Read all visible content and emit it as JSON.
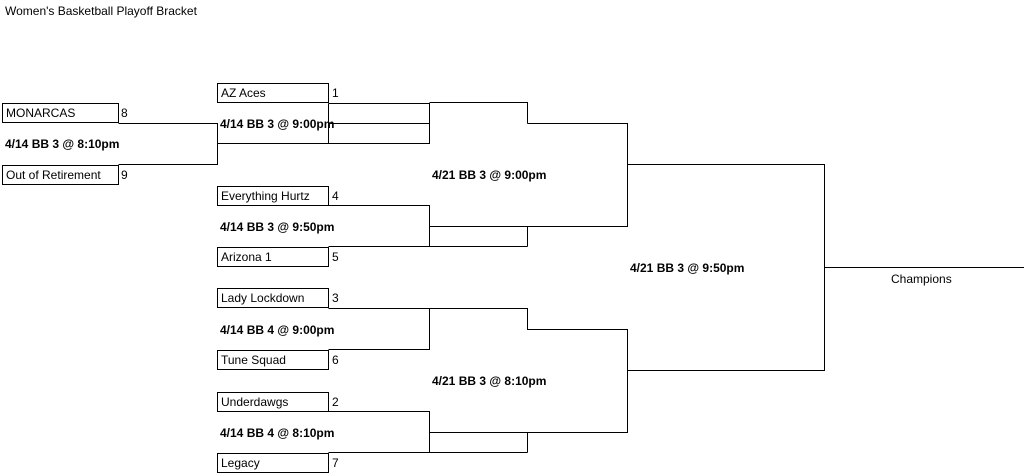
{
  "title": "Women's Basketball Playoff Bracket",
  "play_in": {
    "team_top": {
      "name": "MONARCAS",
      "seed": "8"
    },
    "team_bottom": {
      "name": "Out of Retirement",
      "seed": "9"
    },
    "game": "4/14 BB 3 @ 8:10pm"
  },
  "round1": [
    {
      "top": {
        "name": "AZ Aces",
        "seed": "1"
      },
      "bottom": {
        "name": "",
        "seed": ""
      },
      "game": "4/14 BB 3 @ 9:00pm"
    },
    {
      "top": {
        "name": "Everything Hurtz",
        "seed": "4"
      },
      "bottom": {
        "name": "Arizona 1",
        "seed": "5"
      },
      "game": "4/14 BB 3 @ 9:50pm"
    },
    {
      "top": {
        "name": "Lady Lockdown",
        "seed": "3"
      },
      "bottom": {
        "name": "Tune Squad",
        "seed": "6"
      },
      "game": "4/14 BB 4 @ 9:00pm"
    },
    {
      "top": {
        "name": "Underdawgs",
        "seed": "2"
      },
      "bottom": {
        "name": "Legacy",
        "seed": "7"
      },
      "game": "4/14 BB 4 @ 8:10pm"
    }
  ],
  "semifinals": [
    {
      "game": "4/21 BB 3 @ 9:00pm"
    },
    {
      "game": "4/21 BB 3 @ 8:10pm"
    }
  ],
  "final": {
    "game": "4/21 BB 3 @ 9:50pm"
  },
  "champion_label": "Champions"
}
